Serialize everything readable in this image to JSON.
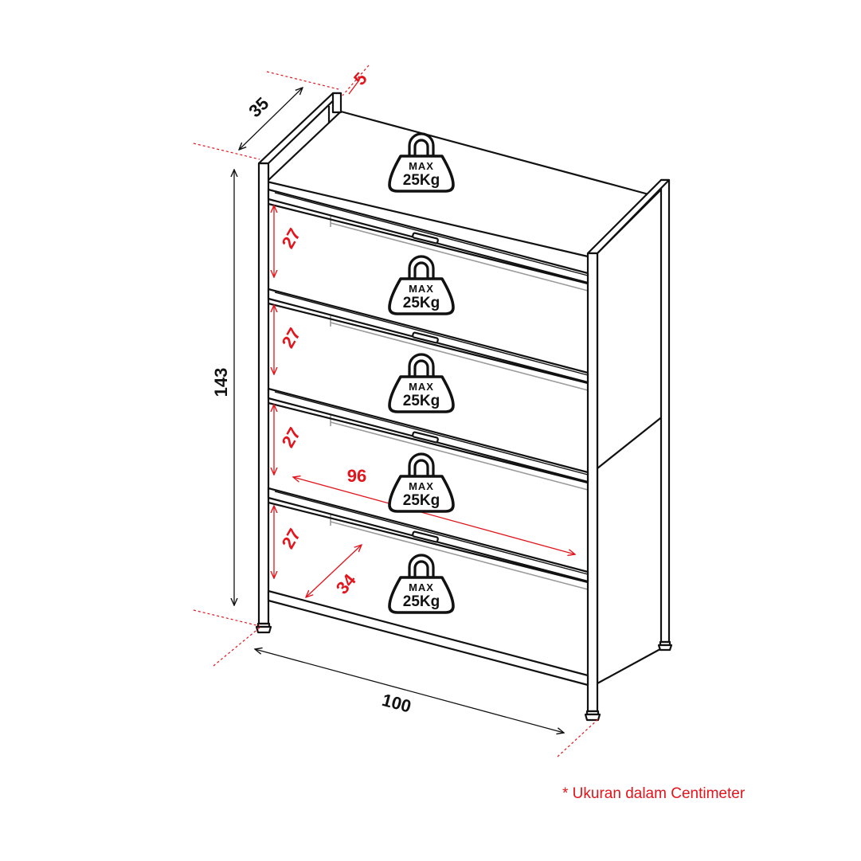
{
  "colors": {
    "line": "#111111",
    "accent": "#e3141b",
    "inner": "#9a9a9a",
    "background": "#ffffff"
  },
  "dimensions": {
    "depth": "35",
    "post_width": "5",
    "height": "143",
    "width": "100",
    "inner_width": "96",
    "inner_depth": "34",
    "shelf_gap": "27"
  },
  "shelves": [
    {
      "max_label": "MAX",
      "load_label": "25Kg"
    },
    {
      "max_label": "MAX",
      "load_label": "25Kg"
    },
    {
      "max_label": "MAX",
      "load_label": "25Kg"
    },
    {
      "max_label": "MAX",
      "load_label": "25Kg"
    },
    {
      "max_label": "MAX",
      "load_label": "25Kg"
    }
  ],
  "icons": {
    "weight": "kettlebell-weight-icon"
  },
  "note": "* Ukuran dalam Centimeter"
}
